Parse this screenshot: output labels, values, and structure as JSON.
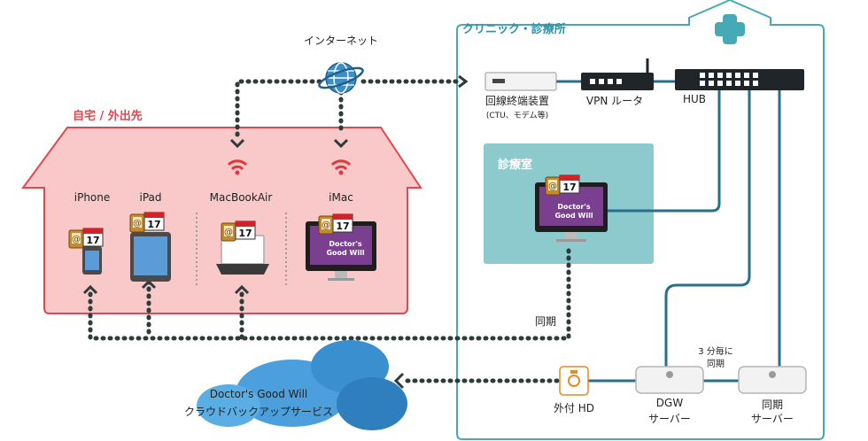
{
  "internet": {
    "label": "インターネット"
  },
  "home": {
    "title": "自宅 / 外出先",
    "devices": [
      {
        "label": "iPhone"
      },
      {
        "label": "iPad"
      },
      {
        "label": "MacBookAir"
      },
      {
        "label": "iMac"
      }
    ]
  },
  "clinic": {
    "title": "クリニック・診療所",
    "exam_room": "診療室",
    "modem": {
      "label": "回線終端装置",
      "sub": "(CTU、モデム等)"
    },
    "vpn_router": {
      "label": "VPN ルータ"
    },
    "hub": {
      "label": "HUB"
    },
    "sync_label": "同期",
    "sync_interval_1": "3 分毎に",
    "sync_interval_2": "同期",
    "external_hd": {
      "label": "外付 HD"
    },
    "dgw_server": {
      "label1": "DGW",
      "label2": "サーバー"
    },
    "sync_server": {
      "label1": "同期",
      "label2": "サーバー"
    }
  },
  "cloud": {
    "label1": "Doctor's Good Will",
    "label2": "クラウドバックアップサービス"
  },
  "app": {
    "calendar_day": "17",
    "at_symbol": "@",
    "logo_line1": "Doctor's",
    "logo_line2": "Good Will"
  },
  "colors": {
    "home_fill": "#f9c9c9",
    "home_stroke": "#e0484f",
    "home_title": "#e0484f",
    "clinic_stroke": "#45aab5",
    "clinic_title": "#2a93a8",
    "exam_fill": "#8dcacd",
    "dotted": "#2f3b3a",
    "lan_line": "#2a6f8a",
    "wifi": "#e4363d"
  }
}
